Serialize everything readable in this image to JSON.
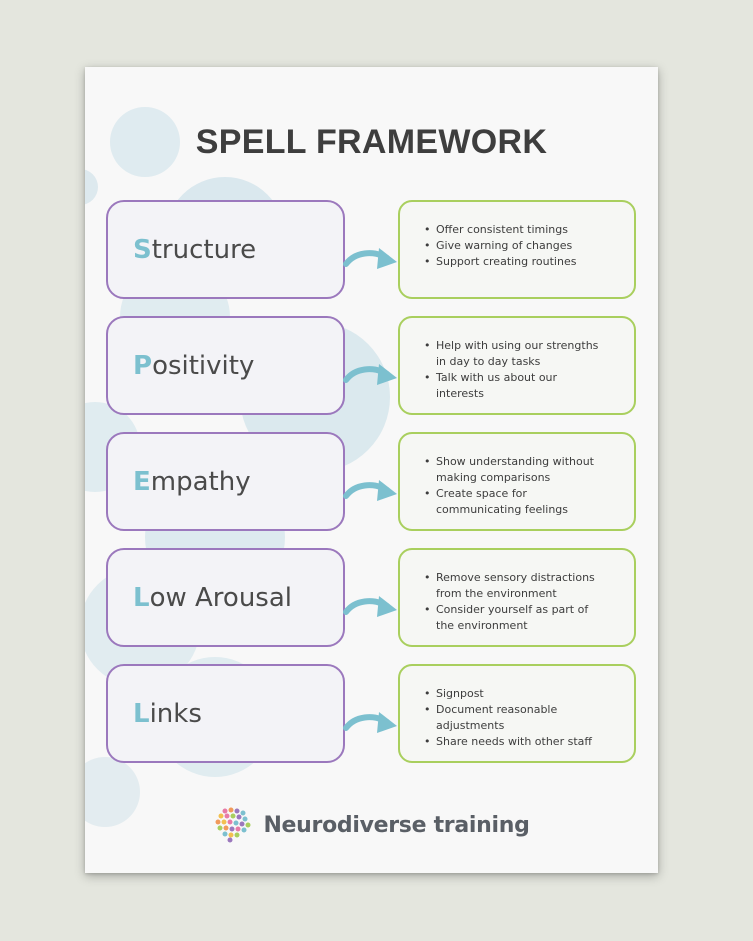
{
  "title": "SPELL FRAMEWORK",
  "items": [
    {
      "initial": "S",
      "rest": "tructure",
      "bullets": [
        "Offer consistent timings",
        "Give warning of changes",
        "Support creating routines"
      ]
    },
    {
      "initial": "P",
      "rest": "ositivity",
      "bullets": [
        "Help with using our strengths",
        "in day to day tasks",
        "Talk with us about our",
        "interests"
      ]
    },
    {
      "initial": "E",
      "rest": "mpathy",
      "bullets": [
        "Show understanding without",
        "making comparisons",
        "Create space for",
        "communicating feelings"
      ]
    },
    {
      "initial": "L",
      "rest": "ow Arousal",
      "bullets": [
        "Remove sensory distractions",
        "from the environment",
        "Consider yourself as part of",
        "the environment"
      ]
    },
    {
      "initial": "L",
      "rest": "inks",
      "bullets": [
        "Signpost",
        "Document reasonable",
        "adjustments",
        "Share needs with other staff"
      ]
    }
  ],
  "footer": {
    "brand": "Neurodiverse training"
  },
  "colors": {
    "background": "#e4e6de",
    "title": "#3e3e3e",
    "left_border": "#9b78bd",
    "right_border": "#a9cf5e",
    "initial": "#7cc0cf",
    "arrow": "#7cc0cf"
  }
}
